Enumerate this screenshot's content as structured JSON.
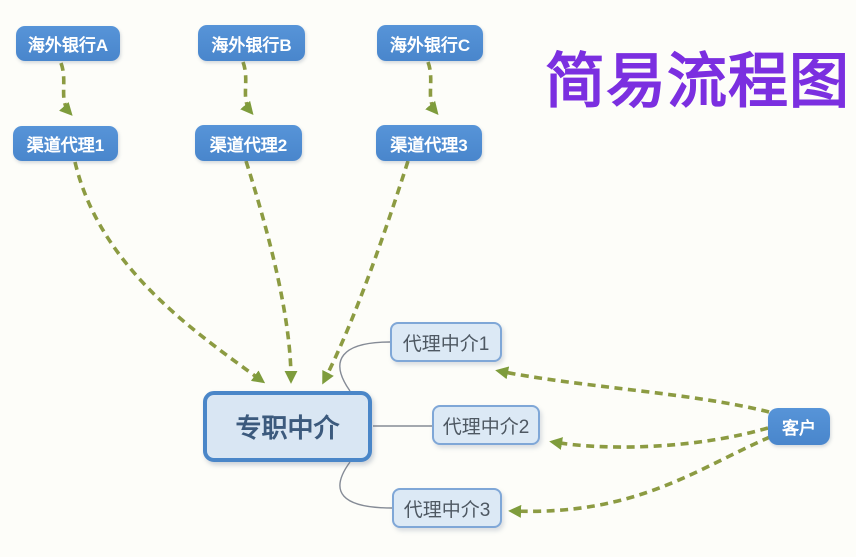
{
  "title": "简易流程图",
  "colors": {
    "node_blue": "#4B8BD0",
    "node_light_fill": "#DCE9F5",
    "main_fill": "#D9E6F3",
    "main_border": "#4A86C8",
    "dashed_edge_olive": "#8C9B42",
    "arrowhead_green": "#7E9C3C",
    "thin_edge_gray": "#858B96",
    "title_purple": "#7B2FE0",
    "background": "#FDFDF9"
  },
  "nodes": {
    "bank_a": {
      "label": "海外银行A"
    },
    "bank_b": {
      "label": "海外银行B"
    },
    "bank_c": {
      "label": "海外银行C"
    },
    "channel_1": {
      "label": "渠道代理1"
    },
    "channel_2": {
      "label": "渠道代理2"
    },
    "channel_3": {
      "label": "渠道代理3"
    },
    "main": {
      "label": "专职中介"
    },
    "agent_1": {
      "label": "代理中介1"
    },
    "agent_2": {
      "label": "代理中介2"
    },
    "agent_3": {
      "label": "代理中介3"
    },
    "customer": {
      "label": "客户"
    }
  },
  "edges": [
    {
      "from": "海外银行A",
      "to": "渠道代理1",
      "style": "dashed-arrow"
    },
    {
      "from": "海外银行B",
      "to": "渠道代理2",
      "style": "dashed-arrow"
    },
    {
      "from": "海外银行C",
      "to": "渠道代理3",
      "style": "dashed-arrow"
    },
    {
      "from": "渠道代理1",
      "to": "专职中介",
      "style": "dashed-arrow"
    },
    {
      "from": "渠道代理2",
      "to": "专职中介",
      "style": "dashed-arrow"
    },
    {
      "from": "渠道代理3",
      "to": "专职中介",
      "style": "dashed-arrow"
    },
    {
      "from": "客户",
      "to": "代理中介1",
      "style": "dashed-arrow"
    },
    {
      "from": "客户",
      "to": "代理中介2",
      "style": "dashed-arrow"
    },
    {
      "from": "客户",
      "to": "代理中介3",
      "style": "dashed-arrow"
    },
    {
      "from": "专职中介",
      "to": "代理中介1",
      "style": "thin-line"
    },
    {
      "from": "专职中介",
      "to": "代理中介2",
      "style": "thin-line"
    },
    {
      "from": "专职中介",
      "to": "代理中介3",
      "style": "thin-line"
    }
  ]
}
